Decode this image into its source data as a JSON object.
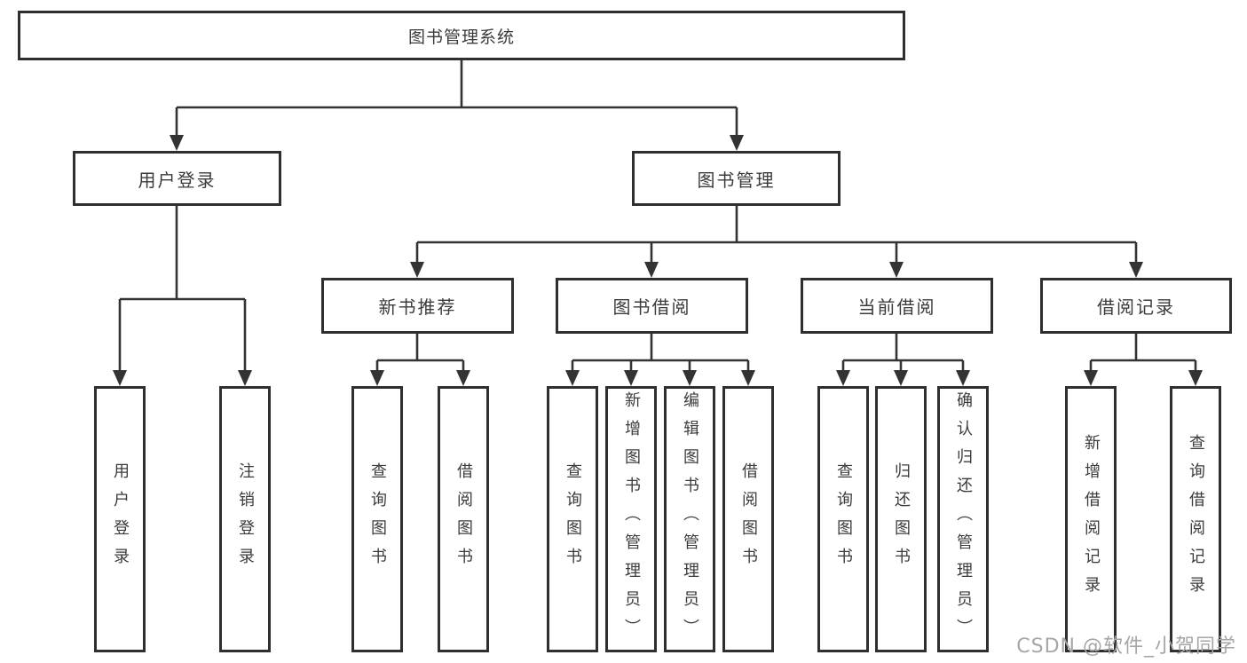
{
  "diagram_title": "图书管理系统",
  "nodes": {
    "root": "图书管理系统",
    "user_login": {
      "label": "用户登录",
      "children": [
        "用户登录",
        "注销登录"
      ]
    },
    "book_management": {
      "label": "图书管理"
    },
    "new_book_recommend": {
      "label": "新书推荐",
      "children": [
        "查询图书",
        "借阅图书"
      ]
    },
    "book_borrow": {
      "label": "图书借阅",
      "children": [
        "查询图书",
        "新增图书（管理员）",
        "编辑图书（管理员）",
        "借阅图书"
      ]
    },
    "current_borrow": {
      "label": "当前借阅",
      "children": [
        "查询图书",
        "归还图书",
        "确认归还（管理员）"
      ]
    },
    "borrow_records": {
      "label": "借阅记录",
      "children": [
        "新增借阅记录",
        "查询借阅记录"
      ]
    }
  },
  "watermark": {
    "text": "CSDN @软件_小贺同学"
  },
  "colors": {
    "line": "#333333",
    "border": "#2f2f2f",
    "text": "#3b3b3b",
    "watermark": "#a6a6a6",
    "background": "#ffffff"
  }
}
